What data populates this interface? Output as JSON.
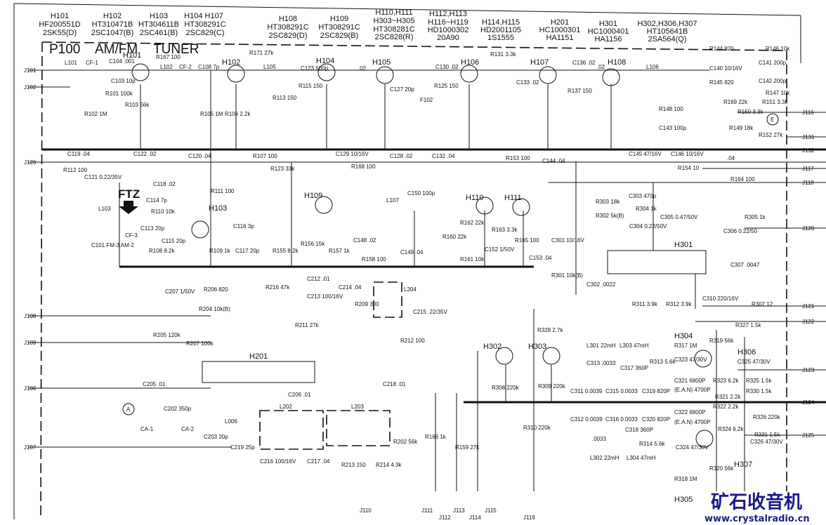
{
  "title": {
    "block": "P100",
    "name1": "AM/FM",
    "name2": "TUNER"
  },
  "parts_legend": [
    {
      "ref": "H101",
      "code": "HF200551D",
      "type": "2SK55(D)"
    },
    {
      "ref": "H102",
      "code": "HT310471B",
      "type": "2SC1047(B)"
    },
    {
      "ref": "H103",
      "code": "HT304611B",
      "type": "2SC461(B)"
    },
    {
      "ref": "H104  H107",
      "code": "HT308291C",
      "type": "2SC829(C)"
    },
    {
      "ref": "H108",
      "code": "HT308291C",
      "type": "2SC829(D)"
    },
    {
      "ref": "H109",
      "code": "HT308291C",
      "type": "2SC829(B)"
    },
    {
      "ref": "H110,H111",
      "ref2": "H303~H305",
      "code": "HT308281C",
      "type": "2SC828(R)"
    },
    {
      "ref": "H112,H113",
      "ref2": "H116~H119",
      "code": "HD1000302",
      "type": "20A90"
    },
    {
      "ref": "H114,H115",
      "code": "HD2001105",
      "type": "1S1555"
    },
    {
      "ref": "H201",
      "code": "HC1000301",
      "type": "HA1151"
    },
    {
      "ref": "H301",
      "code": "HC1000401",
      "type": "HA1156"
    },
    {
      "ref": "H302,H306,H307",
      "code": "HT105641B",
      "type": "2SA564(Q)"
    }
  ],
  "ftz_label": "FTZ",
  "transistors": [
    "H101",
    "H102",
    "H104",
    "H105",
    "H106",
    "H107",
    "H108",
    "H103",
    "H109",
    "H110",
    "H111",
    "H302",
    "H303",
    "H306",
    "H307"
  ],
  "ics": {
    "h301": "H301",
    "h201": "H201",
    "h304": "H304",
    "h305": "H305"
  },
  "connectors": {
    "J101": "J101",
    "J102": "J102",
    "J126": "J126",
    "J108": "J108",
    "J109": "J109",
    "J106": "J106",
    "J107": "J107",
    "J131": "J131",
    "J116": "J116",
    "J132": "J132",
    "J117": "J117",
    "J118": "J118",
    "J120": "J120",
    "J121": "J121",
    "J122": "J122",
    "J123": "J123",
    "J124": "J124",
    "J125": "J125",
    "J110": "J110",
    "J111": "J111",
    "J112": "J112",
    "J113": "J113",
    "J114": "J114",
    "J115": "J115",
    "J119": "J119"
  },
  "components": {
    "L101": "L101",
    "CF1": "CF-1",
    "C104": "C104 .001",
    "C103": "C103 10p",
    "R101": "R101 100k",
    "R102": "R102 1M",
    "R103": "R103 56k",
    "R167": "R167 100",
    "L102": "L102",
    "CF2": "CF-2",
    "C108": "C108 7p",
    "R105": "R105 1M",
    "R106": "R106 2.2k",
    "R171": "R171 27k",
    "L105": "L105",
    "C123": "C123 500p",
    "R115": "R115 150",
    "R113": "R113 150",
    "C125": ".02",
    "C127": "C127 20p",
    "F102": "F102",
    "R125": "R125 150",
    "C130": "C130 .02",
    "R131": "R131 3.3k",
    "C133": "C133 .02",
    "R137": "R137 150",
    "C136": "C136 .02",
    "C137": ".02",
    "L106": "L106",
    "R144": "R144 820",
    "R146": "R146 10k",
    "C140": "C140 10/16V",
    "C141": "C141 200p",
    "C142": "C142 200p",
    "R145": "R145 820",
    "R147": "R147 10k",
    "R148": "R148 100",
    "C143": "C143 100p",
    "R150": "R150 3.3k",
    "R169": "R169 22k",
    "R151": "R151 3.3k",
    "R149": "R149 18k",
    "R152": "R152 27k",
    "C119": "C119 .04",
    "R112": "R112 100",
    "C121": "C121 0.22/35V",
    "C122": "C122 .02",
    "C120": "C120 .04",
    "R107": "R107 100",
    "R123": "R123 33k",
    "C129": "C129 10/16V",
    "R168": "R168 100",
    "C128": "C128 .02",
    "C132": "C132 .04",
    "R153": "R153 100",
    "C144": "C144 .04",
    "C145": "C145 47/16V",
    "C146": "C146 10/16V",
    "R154": "R154 10",
    "C147": ".04",
    "R164": "R164 100",
    "L103": "L103",
    "C101": "C101 FM-3 AM-2",
    "CF3": "CF-3",
    "C114": "C114 7p",
    "C113": "C113 20p",
    "C118": "C118 .02",
    "R110": "R110 10k",
    "R111": "R111 100",
    "C116": "C116 3p",
    "C115": "C115 20p",
    "R108": "R108 8.2k",
    "R109": "R109 1k",
    "C117": "C117 20p",
    "L107": "L107",
    "C150": "C150 100p",
    "R155": "R155 8.2k",
    "R156": "R156 15k",
    "R157": "R157 1k",
    "C148": "C148 .02",
    "R158": "R158 100",
    "C149": "C149 .04",
    "R160": "R160 22k",
    "R161": "R161 10k",
    "R162": "R162 22k",
    "C152": "C152 1/50V",
    "R163": "R163 3.3k",
    "R165": "R165 100",
    "C153": "C153 .04",
    "R303": "R303 18k",
    "C303": "C303 470p",
    "R304": "R304 1k",
    "R302": "R302 5k(B)",
    "C304": "C304 0.22/50V",
    "C305": "C305 0.47/50V",
    "R305": "R305 1k",
    "C306": "C306 0.22/50",
    "C301": "C301 10/16V",
    "R301": "R301 10k(B)",
    "C302": "C302 .0022",
    "C307": "C307 .0047",
    "R311": "R311 3.9k",
    "R312": "R312 3.9k",
    "C310": "C310 220/16V",
    "R307": "R307 12",
    "R327": "R327 1.5k",
    "C207": "C207 1/50V",
    "R206": "R206 820",
    "R216": "R216 47k",
    "C212": "C212 .01",
    "C213": "C213 100/16V",
    "C214": "C214 .04",
    "R209": "R209 300",
    "L204": "L204",
    "C215": "C215 .22/35V",
    "R204": "R204 10k(B)",
    "R205": "R205 120k",
    "R207": "R207 100k",
    "R211": "R211 27k",
    "R212": "R212 100",
    "C205": "C205 .01",
    "C206": "C206 .01",
    "C218": "C218 .01",
    "C202": "C202 350p",
    "C203": "C203 20p",
    "CA1": "CA-1",
    "CA2": "CA-2",
    "L202": "L202",
    "L203": "L203",
    "L006": "L006",
    "C219": "C219 25p",
    "R202": "R202 56k",
    "C216": "C216 100/16V",
    "C217": "C217 .04",
    "R213": "R213 150",
    "R214": "R214 4.3k",
    "R166": "R166 1k",
    "R159": "R159 27k",
    "R310": "R310 220k",
    "R308": "R308 220k",
    "R309": "R309 220k",
    "R328": "R328 2.7k",
    "L301": "L301 22mH",
    "L303": "L303 47mH",
    "C313": "C313 .0033",
    "C317": "C317 360P",
    "R313": "R313 5.6k",
    "C311": "C311 0.0039",
    "C315": "C315 0.0033",
    "C319": "C319 820P",
    "C312": "C312 0.0039",
    "C316": "C316 0.0033",
    "C320": "C320 820P",
    "C314": ".0033",
    "C318": "C318 360P",
    "R314": "R314 5.6k",
    "L302": "L302 22mH",
    "L304": "L304 47mH",
    "R317": "R317 1M",
    "C323": "C323 47/30V",
    "R319": "R319 56k",
    "C325": "C325 47/30V",
    "C321": "C321 6800P",
    "C322": "C322 6800P",
    "R323": "R323 6.2k",
    "R321": "R321 2.2k",
    "R325": "R325 1.5k",
    "R330": "R330 1.5k",
    "R326": "R326 220k",
    "R322": "R322 2.2k",
    "R324": "R324 6.2k",
    "C324": "C324 47/30V",
    "C326": "C326 47/30V",
    "R331": "R331 1.5k",
    "R318": "R318 1M",
    "R320": "R320 56k",
    "EAN1": "(E.A.N) 4700P",
    "EAN2": "(E.A.N) 4700P",
    "A": "A",
    "E": "E"
  },
  "watermark": {
    "cn": "矿石收音机",
    "url": "www.crystalradio.cn"
  }
}
